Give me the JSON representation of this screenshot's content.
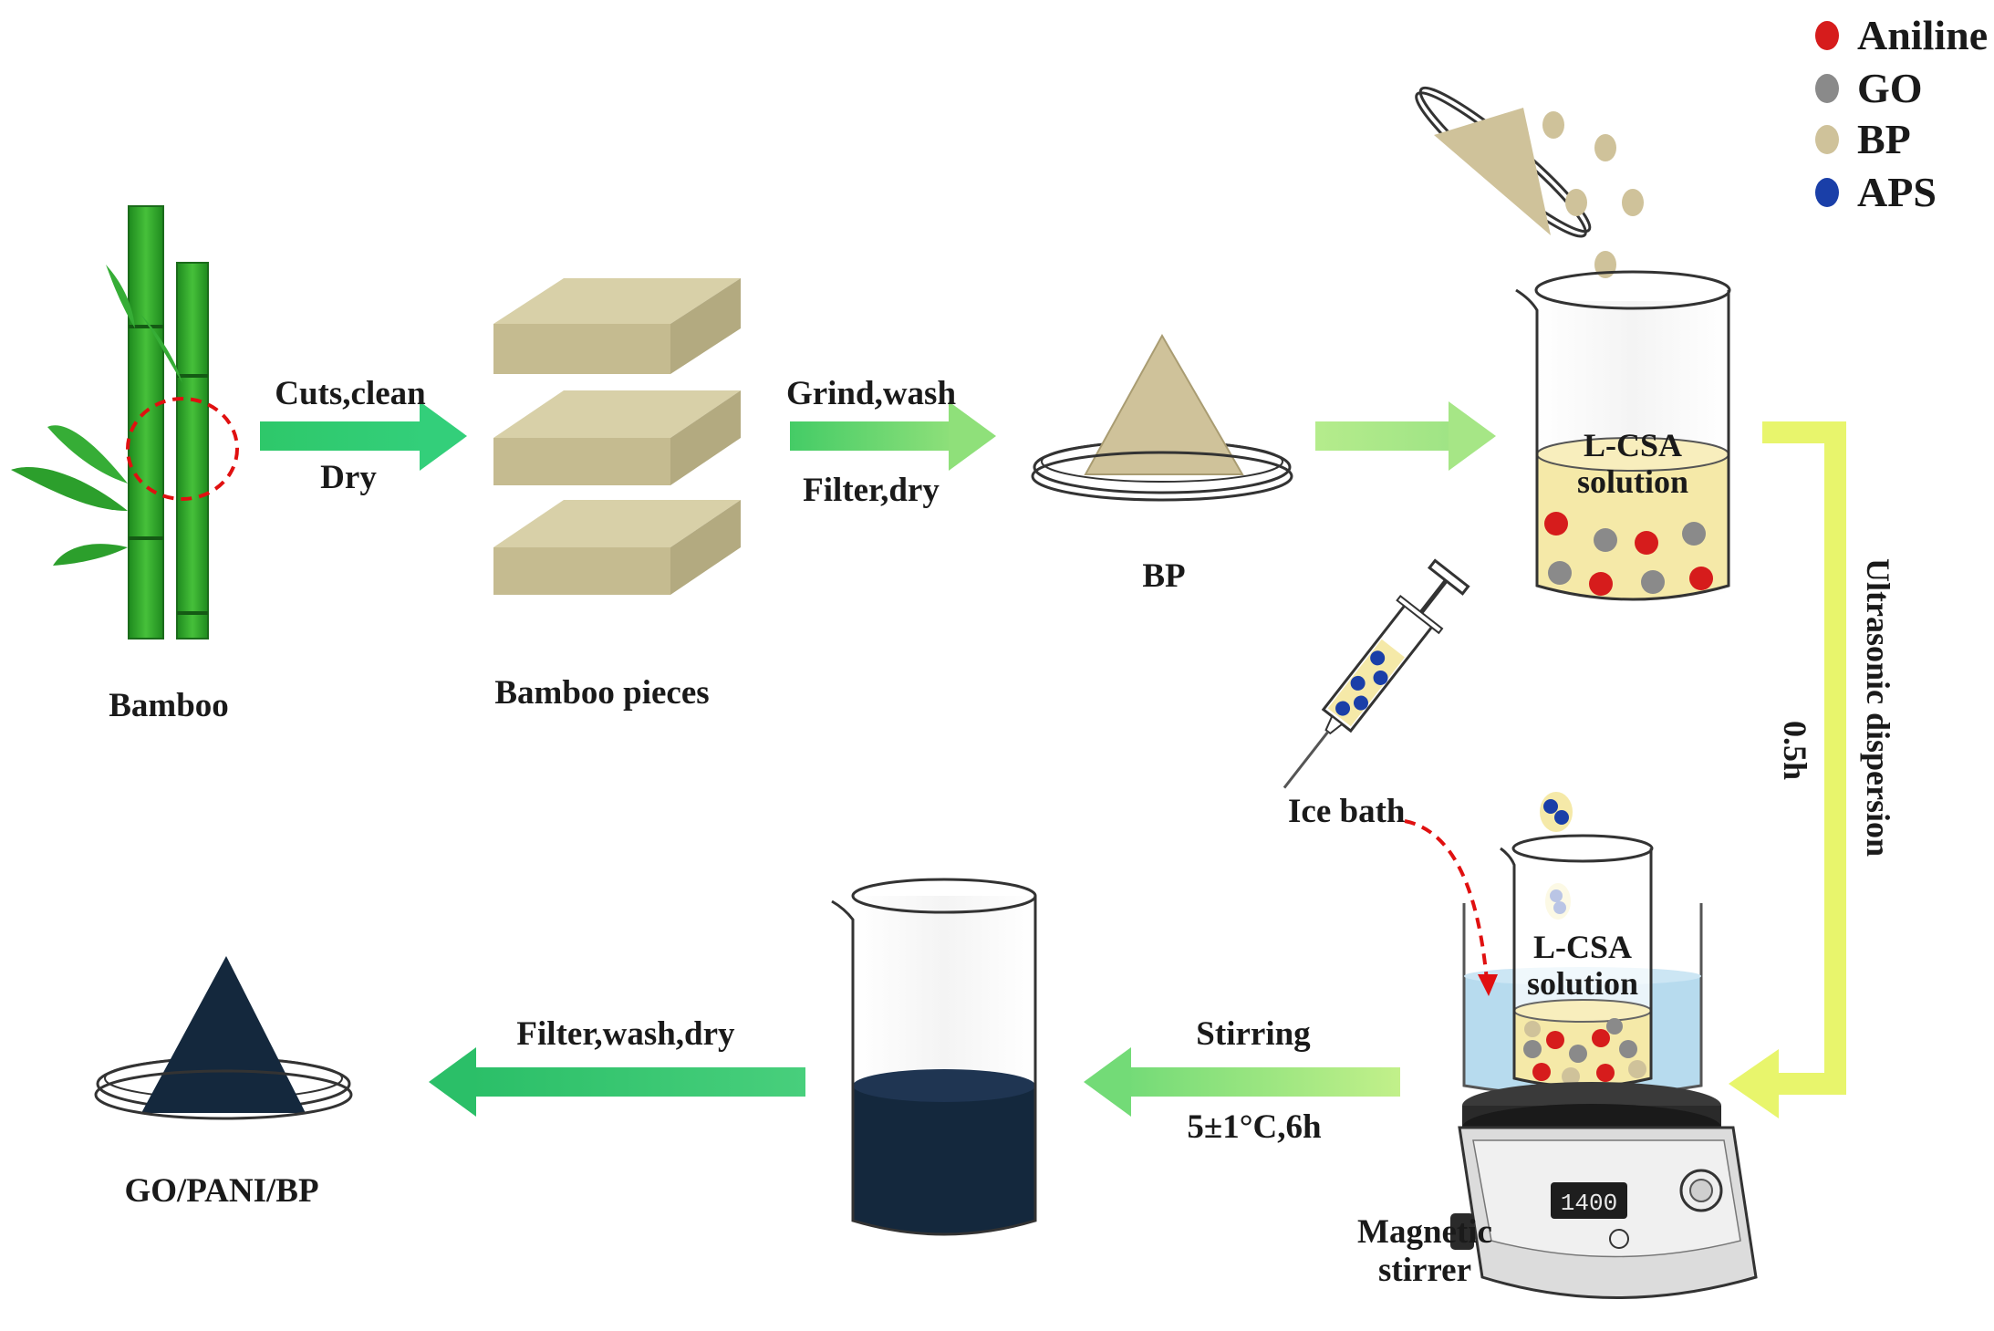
{
  "legend": [
    {
      "label": "Aniline",
      "color": "#d61c1c"
    },
    {
      "label": "GO",
      "color": "#8a8a8a"
    },
    {
      "label": "BP",
      "color": "#cfc29a"
    },
    {
      "label": "APS",
      "color": "#1a3fa8"
    }
  ],
  "labels": {
    "bamboo": "Bamboo",
    "bamboo_pieces": "Bamboo pieces",
    "bp": "BP",
    "product": "GO/PANI/BP",
    "magnetic": "Magnetic",
    "stirrer": "stirrer",
    "ice_bath": "Ice bath"
  },
  "steps": {
    "cuts_clean": "Cuts,clean",
    "dry": "Dry",
    "grind_wash": "Grind,wash",
    "filter_dry": "Filter,dry",
    "stirring": "Stirring",
    "temp_time": "5±1°C,6h",
    "filter_wash_dry": "Filter,wash,dry",
    "ultrasonic": "Ultrasonic dispersion",
    "duration": "0.5h"
  },
  "beakers": {
    "top_line1": "L-CSA",
    "top_line2": "solution",
    "bottom_line1": "L-CSA",
    "bottom_line2": "solution"
  },
  "stirrer_display": "1400",
  "colors": {
    "bamboo_green": "#2fa52a",
    "arrow_green": "#3ecf78",
    "arrow_light": "#9be68a",
    "arrow_yellow": "#e8f56c",
    "powder": "#cfc29a",
    "solution": "#f5e9a8",
    "dark_product": "#14283d",
    "ice_water": "#b7dbee"
  }
}
